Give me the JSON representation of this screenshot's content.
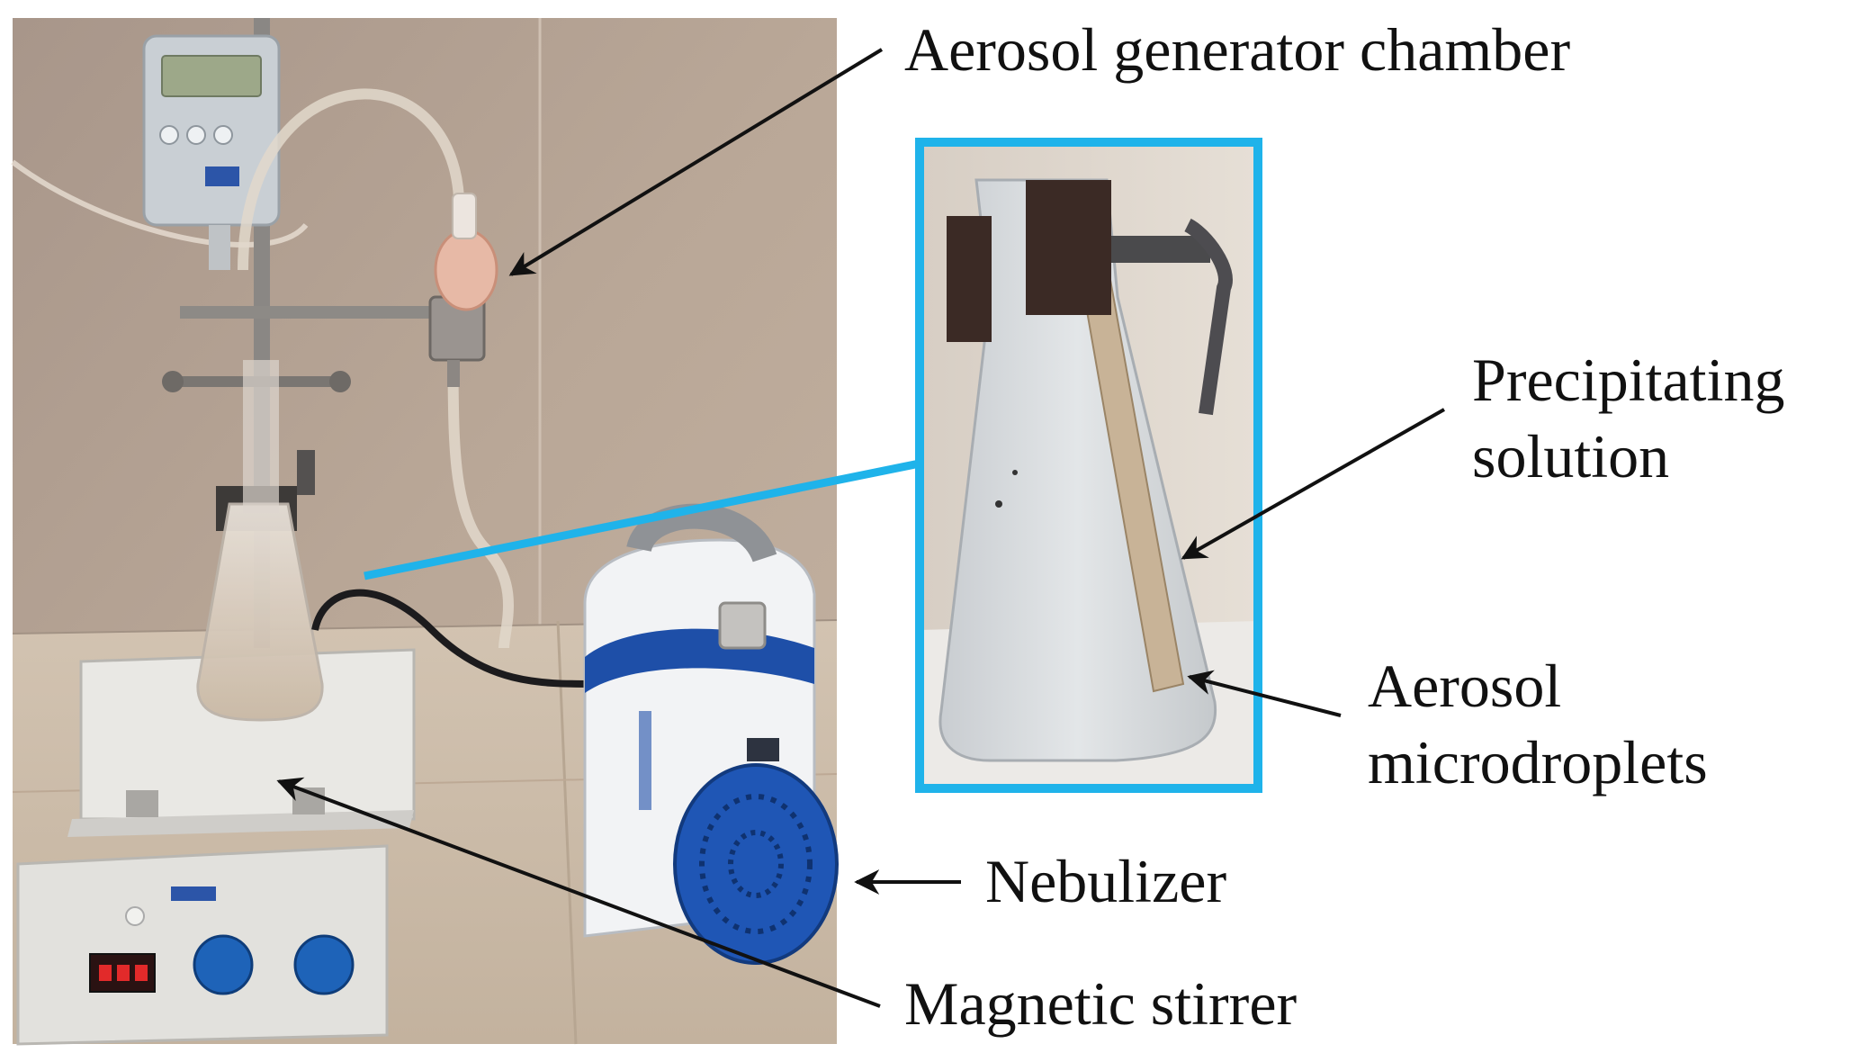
{
  "labels": {
    "aerosol_generator_chamber": "Aerosol generator chamber",
    "precipitating_line1": "Precipitating",
    "precipitating_line2": "solution",
    "aerosol_line1": "Aerosol",
    "aerosol_line2": "microdroplets",
    "nebulizer": "Nebulizer",
    "magnetic_stirrer": "Magnetic stirrer"
  },
  "colors": {
    "inset_border": "#1fb3ea",
    "arrow": "#111111",
    "wall": "#b7a493",
    "floor": "#cbbba8",
    "pump_blue": "#1e4fa8",
    "stirrer_white": "#ecebe8"
  }
}
